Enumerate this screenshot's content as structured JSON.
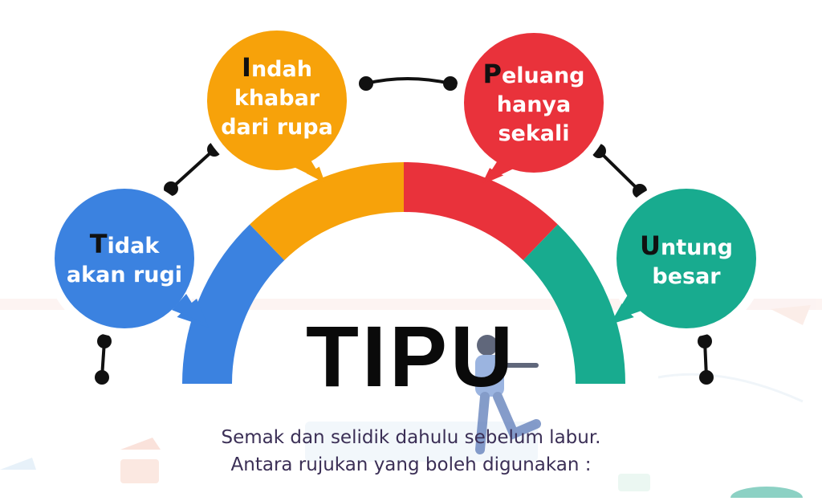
{
  "colors": {
    "blue": "#3b82e0",
    "orange": "#f7a20a",
    "red": "#e9323b",
    "teal": "#18ab8f",
    "connector": "#111111",
    "title": "#0a0a0a",
    "caption": "#3b2f56"
  },
  "title": "TIPU",
  "bubbles": {
    "tidak": {
      "initial": "T",
      "line1_rest": "idak",
      "line2": "akan rugi"
    },
    "indah": {
      "initial": "I",
      "line1_rest": "ndah",
      "line2": "khabar",
      "line3": "dari rupa"
    },
    "peluang": {
      "initial": "P",
      "line1_rest": "eluang",
      "line2": "hanya",
      "line3": "sekali"
    },
    "untung": {
      "initial": "U",
      "line1_rest": "ntung",
      "line2": "besar"
    }
  },
  "caption": {
    "line1": "Semak dan selidik dahulu sebelum labur.",
    "line2": "Antara rujukan yang boleh digunakan :"
  }
}
